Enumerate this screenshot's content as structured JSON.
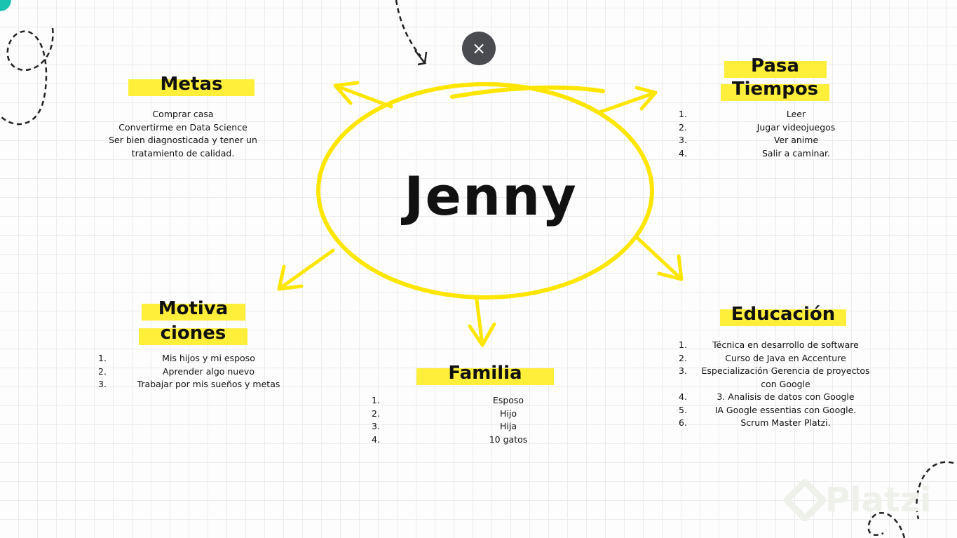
{
  "center": {
    "name": "Jenny"
  },
  "close_label": "×",
  "metas": {
    "title": "Metas",
    "lines": [
      "Comprar casa",
      "Convertirme en Data Science",
      "Ser bien diagnosticada y tener un",
      "tratamiento de calidad."
    ]
  },
  "pasatiempos": {
    "title_1": "Pasa",
    "title_2": "Tiempos",
    "items": [
      {
        "n": "1.",
        "t": "Leer"
      },
      {
        "n": "2.",
        "t": "Jugar videojuegos"
      },
      {
        "n": "3.",
        "t": "Ver anime"
      },
      {
        "n": "4.",
        "t": "Salir a caminar."
      }
    ]
  },
  "motivaciones": {
    "title_1": "Motiva",
    "title_2": "ciones",
    "items": [
      {
        "n": "1.",
        "t": "Mis hijos y mi esposo"
      },
      {
        "n": "2.",
        "t": "Aprender algo nuevo"
      },
      {
        "n": "3.",
        "t": "Trabajar por mis sueños y metas"
      }
    ]
  },
  "familia": {
    "title": "Familia",
    "items": [
      {
        "n": "1.",
        "t": "Esposo"
      },
      {
        "n": "2.",
        "t": "Hijo"
      },
      {
        "n": "3.",
        "t": "Hija"
      },
      {
        "n": "4.",
        "t": "10 gatos"
      }
    ]
  },
  "educacion": {
    "title": "Educación",
    "items": [
      {
        "n": "1.",
        "t": "Técnica en desarrollo de software"
      },
      {
        "n": "2.",
        "t": "Curso de Java en Accenture"
      },
      {
        "n": "3.",
        "t": "Especialización Gerencia de proyectos con Google"
      },
      {
        "n": "4.",
        "t": "3. Analisis de datos con Google"
      },
      {
        "n": "5.",
        "t": "IA Google essentias con Google."
      },
      {
        "n": "6.",
        "t": "Scrum Master Platzi."
      }
    ]
  },
  "watermark": "Platzi",
  "colors": {
    "accent": "#ffe600",
    "highlight": "#ffef3a"
  }
}
